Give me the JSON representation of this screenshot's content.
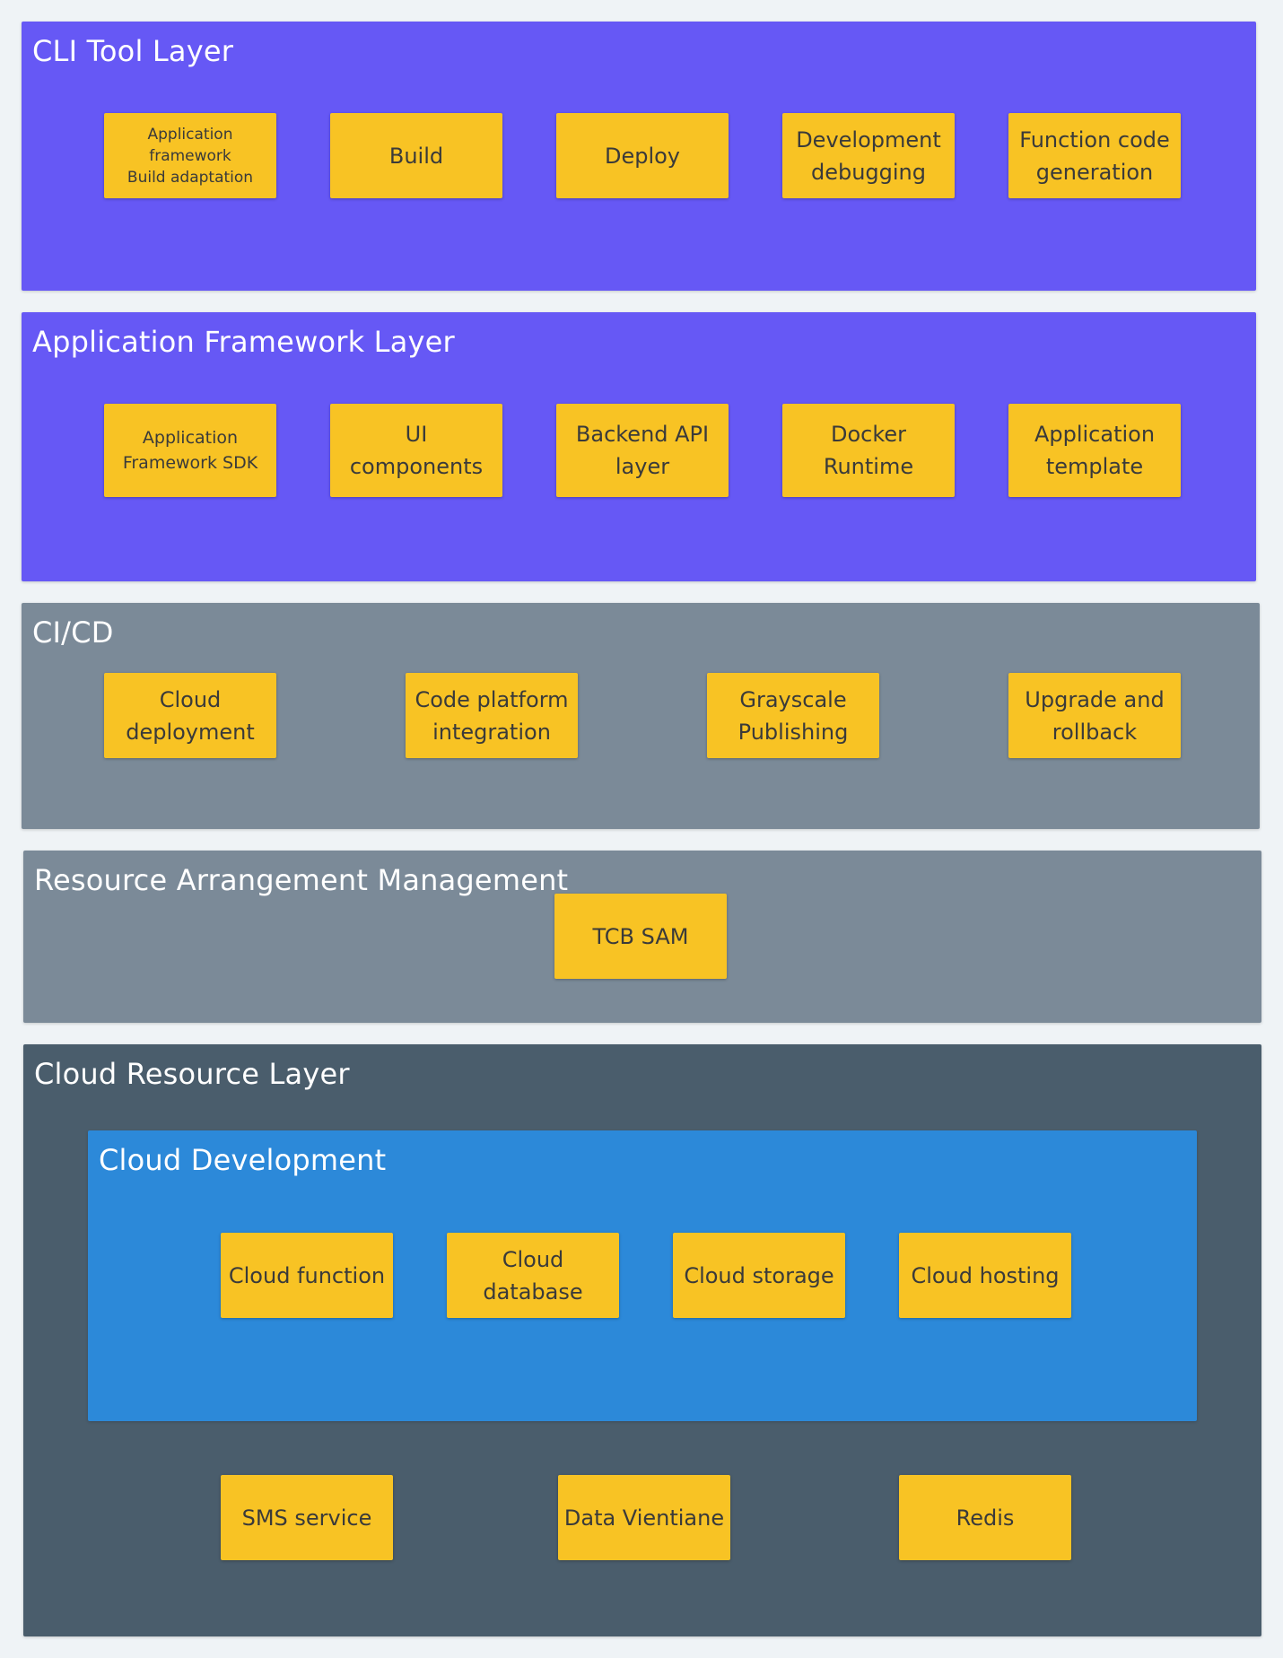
{
  "colors": {
    "page_background": "#eff3f6",
    "cli_layer": "#6658f5",
    "framework_layer": "#6658f5",
    "cicd_layer": "#7b8a98",
    "resource_arrangement_layer": "#7b8a98",
    "cloud_resource_layer": "#4a5d6c",
    "cloud_development_group": "#2c89d9",
    "component_box": "#f8c324",
    "component_text": "#3a3a3a"
  },
  "cli_layer": {
    "title": "CLI Tool Layer",
    "items": [
      "Application\nframework\nBuild adaptation",
      "Build",
      "Deploy",
      "Development\ndebugging",
      "Function code\ngeneration"
    ]
  },
  "framework_layer": {
    "title": "Application Framework Layer",
    "items": [
      "Application\nFramework SDK",
      "UI\ncomponents",
      "Backend API\nlayer",
      "Docker\nRuntime",
      "Application\ntemplate"
    ]
  },
  "cicd_layer": {
    "title": "CI/CD",
    "items": [
      "Cloud\ndeployment",
      "Code platform\nintegration",
      "Grayscale\nPublishing",
      "Upgrade and\nrollback"
    ]
  },
  "resource_arrangement_layer": {
    "title": "Resource Arrangement Management",
    "items": [
      "TCB SAM"
    ]
  },
  "cloud_resource_layer": {
    "title": "Cloud Resource Layer",
    "cloud_development": {
      "title": "Cloud Development",
      "items": [
        "Cloud function",
        "Cloud\ndatabase",
        "Cloud storage",
        "Cloud hosting"
      ]
    },
    "items": [
      "SMS service",
      "Data Vientiane",
      "Redis"
    ]
  }
}
